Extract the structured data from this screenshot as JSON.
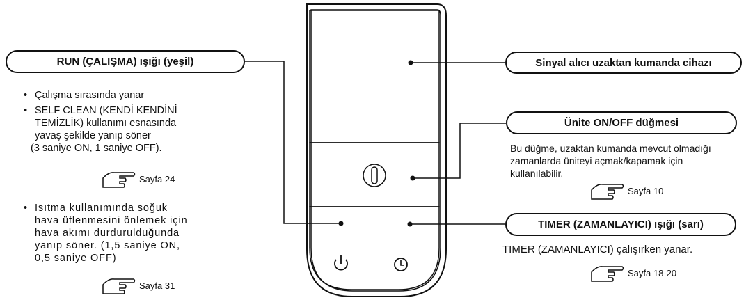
{
  "callouts": {
    "run_light": "RUN (ÇALIŞMA) ışığı (yeşil)",
    "receiver": "Sinyal alıcı uzaktan kumanda cihazı",
    "onoff_button": "Ünite ON/OFF düğmesi",
    "timer_light": "TIMER (ZAMANLAYICI) ışığı (sarı)"
  },
  "run_notes": {
    "item1": "Çalışma sırasında yanar",
    "item2_lines": [
      "SELF CLEAN (KENDİ KENDİNİ",
      "TEMİZLİK) kullanımı esnasında",
      "yavaş şekilde yanıp söner",
      "(3 saniye ON, 1 saniye OFF)."
    ],
    "item3_lines": [
      "Isıtma kullanımında soğuk",
      "hava üflenmesini önlemek için",
      "hava akımı durdurulduğunda",
      "yanıp söner. (1,5 saniye ON,",
      "0,5 saniye OFF)"
    ]
  },
  "onoff_desc_lines": [
    "Bu düğme, uzaktan kumanda mevcut olmadığı",
    "zamanlarda üniteyi açmak/kapamak için",
    "kullanılabilir."
  ],
  "timer_desc": "TIMER (ZAMANLAYICI) çalışırken yanar.",
  "page_refs": {
    "ref_24": "Sayfa 24",
    "ref_31": "Sayfa 31",
    "ref_10": "Sayfa 10",
    "ref_18_20": "Sayfa 18-20"
  },
  "icons": {
    "power_symbol": "power-icon",
    "timer_symbol": "clock-icon",
    "pointing_hand": "hand-pointer-icon"
  }
}
